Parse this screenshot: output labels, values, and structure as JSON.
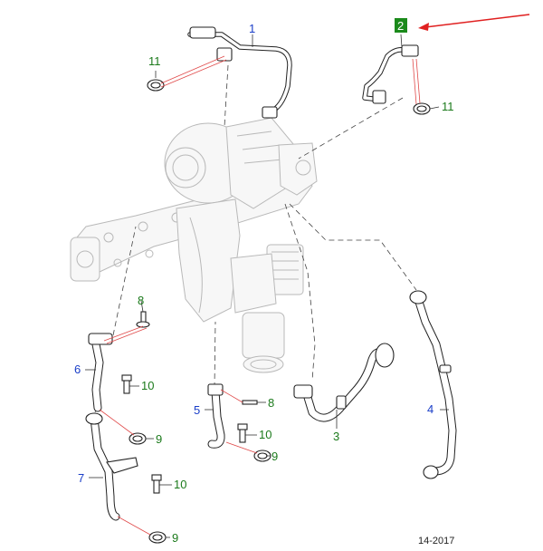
{
  "drawing_code": "14-2017",
  "callouts": [
    {
      "id": "c1",
      "label": "1",
      "color": "#1a3ec8"
    },
    {
      "id": "c2",
      "label": "2",
      "color": "#1b7a1b"
    },
    {
      "id": "c3",
      "label": "3",
      "color": "#1b7a1b"
    },
    {
      "id": "c4",
      "label": "4",
      "color": "#1a3ec8"
    },
    {
      "id": "c5",
      "label": "5",
      "color": "#1a3ec8"
    },
    {
      "id": "c6",
      "label": "6",
      "color": "#1a3ec8"
    },
    {
      "id": "c7",
      "label": "7",
      "color": "#1a3ec8"
    },
    {
      "id": "c8a",
      "label": "8",
      "color": "#1b7a1b"
    },
    {
      "id": "c8b",
      "label": "8",
      "color": "#1b7a1b"
    },
    {
      "id": "c9a",
      "label": "9",
      "color": "#1b7a1b"
    },
    {
      "id": "c9b",
      "label": "9",
      "color": "#1b7a1b"
    },
    {
      "id": "c9c",
      "label": "9",
      "color": "#1b7a1b"
    },
    {
      "id": "c10a",
      "label": "10",
      "color": "#1b7a1b"
    },
    {
      "id": "c10b",
      "label": "10",
      "color": "#1b7a1b"
    },
    {
      "id": "c10c",
      "label": "10",
      "color": "#1b7a1b"
    },
    {
      "id": "c11a",
      "label": "11",
      "color": "#1b7a1b"
    },
    {
      "id": "c11b",
      "label": "11",
      "color": "#1b7a1b"
    }
  ],
  "highlight_arrow_color": "#e02020",
  "highlighted_callout": "2"
}
